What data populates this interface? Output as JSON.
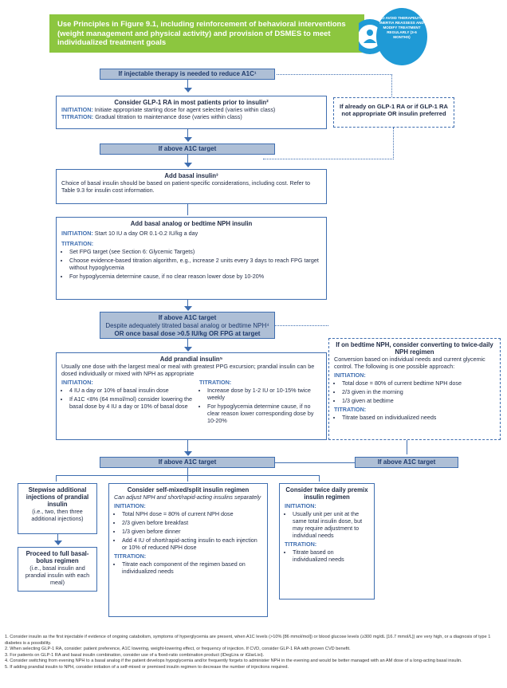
{
  "banner": "Use Principles in Figure 9.1, including reinforcement of behavioral interventions (weight management and physical activity) and provision of DSMES to meet individualized treatment goals",
  "badge_text": "TO AVOID THERAPEUTIC INERTIA REASSESS AND MODIFY TREATMENT REGULARLY (3-6 MONTHS)",
  "bar1": "If injectable therapy is needed to reduce A1C¹",
  "glp": {
    "title": "Consider GLP-1 RA in most patients prior to insulin²",
    "init_label": "INITIATION:",
    "init_text": "Initiate appropriate starting dose for agent selected (varies within class)",
    "titr_label": "TITRATION:",
    "titr_text": "Gradual titration to maintenance dose (varies within class)"
  },
  "side1": "If already on GLP-1 RA or if GLP-1 RA not appropriate OR insulin preferred",
  "bar2": "If above A1C target",
  "basal": {
    "title": "Add basal insulin³",
    "text": "Choice of basal insulin should be based on patient-specific considerations, including cost. Refer to Table 9.3 for insulin cost information."
  },
  "nph": {
    "title": "Add basal analog or bedtime NPH insulin",
    "init_label": "INITIATION:",
    "init_text": "Start 10 IU a day OR 0.1-0.2 IU/kg a day",
    "titr_label": "TITRATION:",
    "items": [
      "Set FPG target (see Section 6: Glycemic Targets)",
      "Choose evidence-based titration algorithm, e.g., increase 2 units every 3 days to reach FPG target without hypoglycemia",
      "For hypoglycemia determine cause, if no clear reason lower dose by 10-20%"
    ]
  },
  "bar3": {
    "line1": "If above A1C target",
    "line2": "Despite adequately titrated basal analog or bedtime NPH⁴",
    "line3": "OR once basal dose >0.5 IU/kg OR FPG at target"
  },
  "prandial": {
    "title": "Add prandial insulin⁵",
    "text": "Usually one dose with the largest meal or meal with greatest PPG excursion; prandial insulin can be dosed individually or mixed with NPH as appropriate",
    "init_label": "INITIATION:",
    "init_items": [
      "4 IU a day or 10% of basal insulin dose",
      "If A1C <8% (64 mmol/mol) consider lowering the basal dose by 4 IU a day or 10% of basal dose"
    ],
    "titr_label": "TITRATION:",
    "titr_items": [
      "Increase dose by 1-2 IU or 10-15% twice weekly",
      "For hypoglycemia determine cause, if no clear reason lower corresponding dose by 10-20%"
    ]
  },
  "convert": {
    "title": "If on bedtime NPH, consider converting to twice-daily NPH regimen",
    "text": "Conversion based on individual needs and current glycemic control. The following is one possible approach:",
    "init_label": "INITIATION:",
    "init_items": [
      "Total dose = 80% of current bedtime NPH dose",
      "2/3 given in the morning",
      "1/3 given at bedtime"
    ],
    "titr_label": "TITRATION:",
    "titr_items": [
      "Titrate based on individualized needs"
    ]
  },
  "bar4": "If above A1C target",
  "bar5": "If above A1C target",
  "stepwise": {
    "title": "Stepwise additional injections of prandial insulin",
    "text": "(i.e., two, then three additional injections)"
  },
  "fullbb": {
    "title": "Proceed to full basal-bolus regimen",
    "text": "(i.e., basal insulin and prandial insulin with each meal)"
  },
  "selfmix": {
    "title": "Consider self-mixed/split insulin regimen",
    "text": "Can adjust NPH and short/rapid-acting insulins separately",
    "init_label": "INITIATION:",
    "init_items": [
      "Total NPH dose = 80% of current NPH dose",
      "2/3 given before breakfast",
      "1/3 given before dinner",
      "Add 4 IU of short/rapid-acting insulin to each injection or 10% of reduced NPH dose"
    ],
    "titr_label": "TITRATION:",
    "titr_items": [
      "Titrate each component of the regimen based on individualized needs"
    ]
  },
  "premix": {
    "title": "Consider twice daily premix insulin regimen",
    "init_label": "INITIATION:",
    "init_items": [
      "Usually unit per unit at the same total insulin dose, but may require adjustment to individual needs"
    ],
    "titr_label": "TITRATION:",
    "titr_items": [
      "Titrate based on individualized needs"
    ]
  },
  "footnotes": [
    "1. Consider insulin as the first injectable if evidence of ongoing catabolism, symptoms of hyperglycemia are present, when A1C levels (>10% [86 mmol/mol]) or blood glucose levels (≥300 mg/dL [16.7 mmol/L]) are very high, or a diagnosis of type 1 diabetes is a possibility.",
    "2. When selecting GLP-1 RA, consider: patient preference, A1C lowering, weight-lowering effect, or frequency of injection. If CVD, consider GLP-1 RA with proven CVD benefit.",
    "3. For patients on GLP-1 RA and basal insulin combination, consider use of a fixed-ratio combination product (IDegLira or iGlarLixi).",
    "4. Consider switching from evening NPH to a basal analog if the patient develops hypoglycemia and/or frequently forgets to administer NPH in the evening and would be better managed with an AM dose of a long-acting basal insulin.",
    "5. If adding prandial insulin to NPH, consider initiation of a self-mixed or premixed insulin regimen to decrease the number of injections required."
  ],
  "colors": {
    "green": "#8cc63f",
    "blue": "#3f6eb0",
    "bar": "#aebfd6",
    "badge": "#1f9ad6"
  },
  "icons": {
    "badge": "person-icon"
  }
}
